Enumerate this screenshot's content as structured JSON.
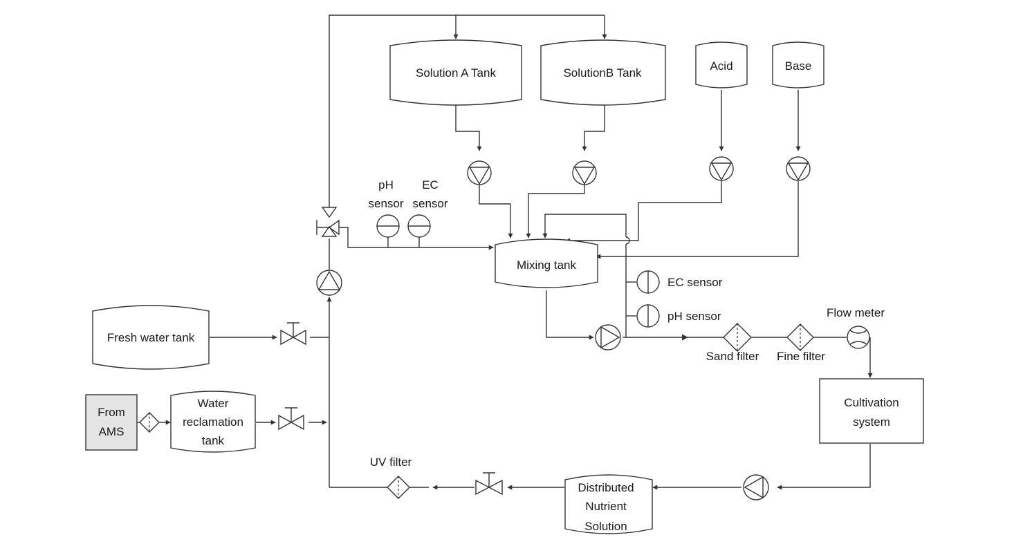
{
  "labels": {
    "solution_a_tank": "Solution A Tank",
    "solution_b_tank": "SolutionB Tank",
    "acid": "Acid",
    "base": "Base",
    "ph_sensor_top_1": "pH",
    "ph_sensor_top_2": "sensor",
    "ec_sensor_top_1": "EC",
    "ec_sensor_top_2": "sensor",
    "mixing_tank": "Mixing tank",
    "ec_sensor_right": "EC sensor",
    "ph_sensor_right": "pH sensor",
    "flow_meter": "Flow meter",
    "fresh_water_tank": "Fresh water tank",
    "sand_filter": "Sand filter",
    "fine_filter": "Fine filter",
    "from_ams_1": "From",
    "from_ams_2": "AMS",
    "water_reclamation_1": "Water",
    "water_reclamation_2": "reclamation",
    "water_reclamation_3": "tank",
    "cultivation_1": "Cultivation",
    "cultivation_2": "system",
    "uv_filter": "UV filter",
    "distributed_1": "Distributed",
    "distributed_2": "Nutrient",
    "distributed_3": "Solution"
  }
}
